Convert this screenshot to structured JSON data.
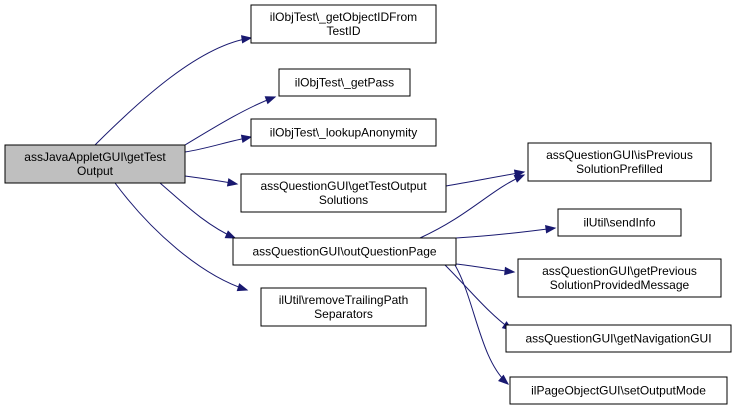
{
  "graph": {
    "root": {
      "id": "n0",
      "lines": [
        "assJavaAppletGUI\\getTest",
        "Output"
      ]
    },
    "nodes": [
      {
        "id": "n1",
        "lines": [
          "ilObjTest\\_getObjectIDFrom",
          "TestID"
        ]
      },
      {
        "id": "n2",
        "lines": [
          "ilObjTest\\_getPass"
        ]
      },
      {
        "id": "n3",
        "lines": [
          "ilObjTest\\_lookupAnonymity"
        ]
      },
      {
        "id": "n4",
        "lines": [
          "assQuestionGUI\\getTestOutput",
          "Solutions"
        ]
      },
      {
        "id": "n5",
        "lines": [
          "assQuestionGUI\\outQuestionPage"
        ]
      },
      {
        "id": "n6",
        "lines": [
          "ilUtil\\removeTrailingPath",
          "Separators"
        ]
      },
      {
        "id": "n7",
        "lines": [
          "assQuestionGUI\\isPrevious",
          "SolutionPrefilled"
        ]
      },
      {
        "id": "n8",
        "lines": [
          "ilUtil\\sendInfo"
        ]
      },
      {
        "id": "n9",
        "lines": [
          "assQuestionGUI\\getPrevious",
          "SolutionProvidedMessage"
        ]
      },
      {
        "id": "n10",
        "lines": [
          "assQuestionGUI\\getNavigationGUI"
        ]
      },
      {
        "id": "n11",
        "lines": [
          "ilPageObjectGUI\\setOutputMode"
        ]
      }
    ],
    "edges": [
      {
        "from": "n0",
        "to": "n1"
      },
      {
        "from": "n0",
        "to": "n2"
      },
      {
        "from": "n0",
        "to": "n3"
      },
      {
        "from": "n0",
        "to": "n4"
      },
      {
        "from": "n0",
        "to": "n5"
      },
      {
        "from": "n0",
        "to": "n6"
      },
      {
        "from": "n4",
        "to": "n7"
      },
      {
        "from": "n5",
        "to": "n7"
      },
      {
        "from": "n5",
        "to": "n8"
      },
      {
        "from": "n5",
        "to": "n9"
      },
      {
        "from": "n5",
        "to": "n10"
      },
      {
        "from": "n5",
        "to": "n11"
      }
    ]
  },
  "colors": {
    "edge": "#191970",
    "root_fill": "#bfbfbf",
    "node_fill": "#ffffff",
    "border": "#000000"
  }
}
